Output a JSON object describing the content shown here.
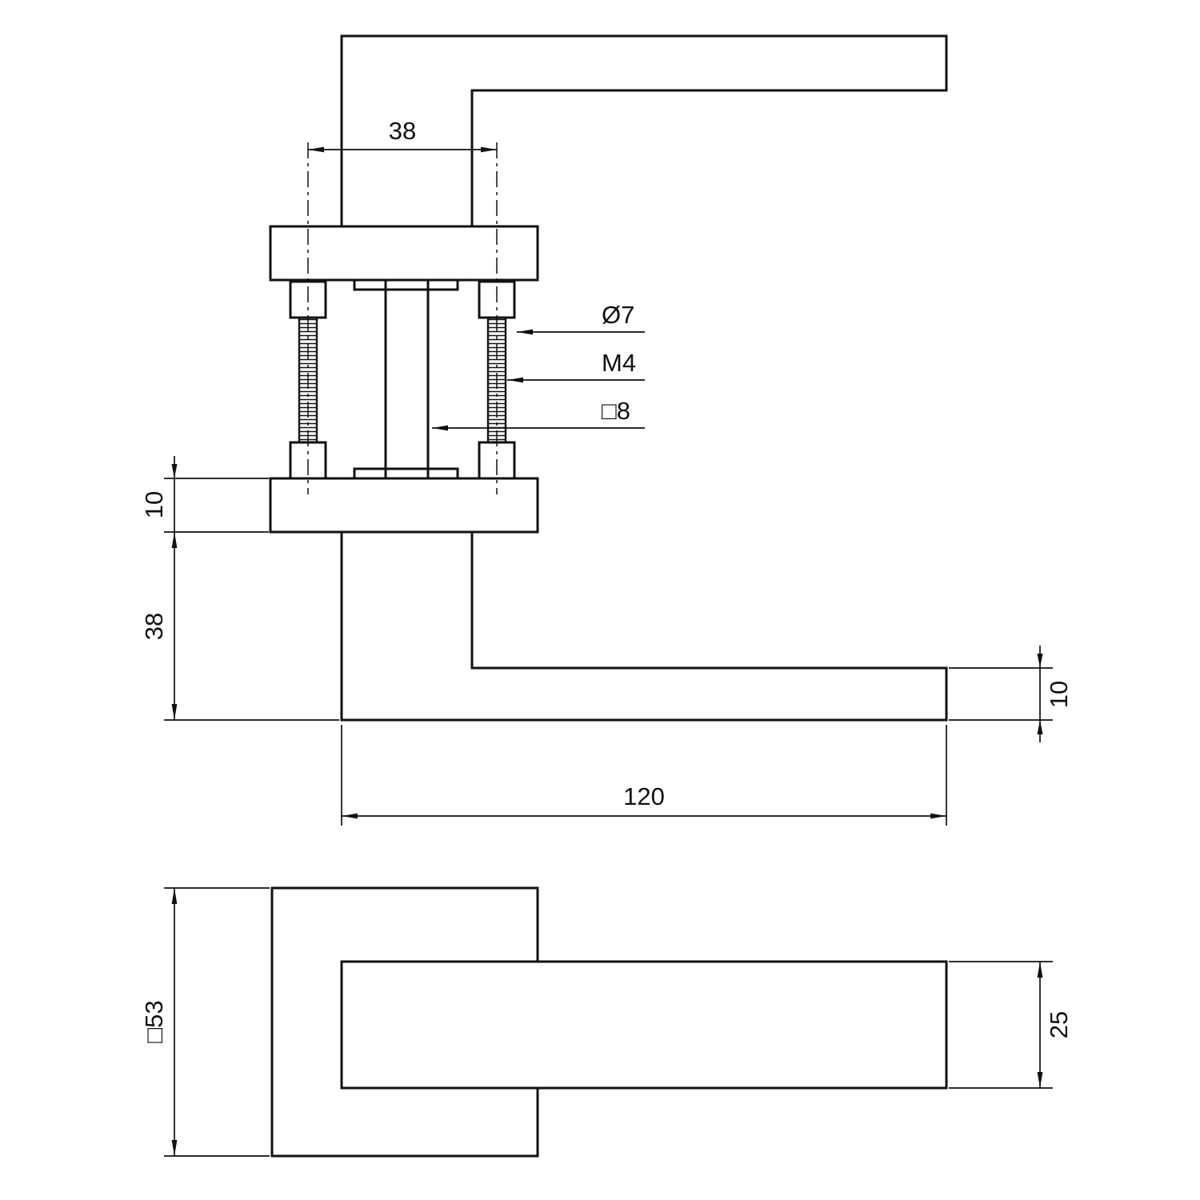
{
  "drawing": {
    "type": "technical-drawing",
    "subject": "door lever handle on square rose, dimensioned side and front views",
    "background": "#ffffff",
    "line_color": "#111111",
    "labels": {
      "screw_spacing": "38",
      "screw_head_dia": "Ø7",
      "screw_thread": "M4",
      "spindle_square": "□8",
      "rose_thickness": "10",
      "handle_height": "38",
      "lever_thickness": "10",
      "lever_length": "120",
      "rose_square": "□53",
      "lever_width": "25"
    },
    "dimensions_mm": {
      "screw_spacing": 38,
      "screw_head_diameter": 7,
      "screw_thread": "M4",
      "spindle_square": 8,
      "rose_thickness": 10,
      "handle_height": 38,
      "lever_thickness": 10,
      "lever_length": 120,
      "rose_square": 53,
      "lever_width": 25
    }
  }
}
